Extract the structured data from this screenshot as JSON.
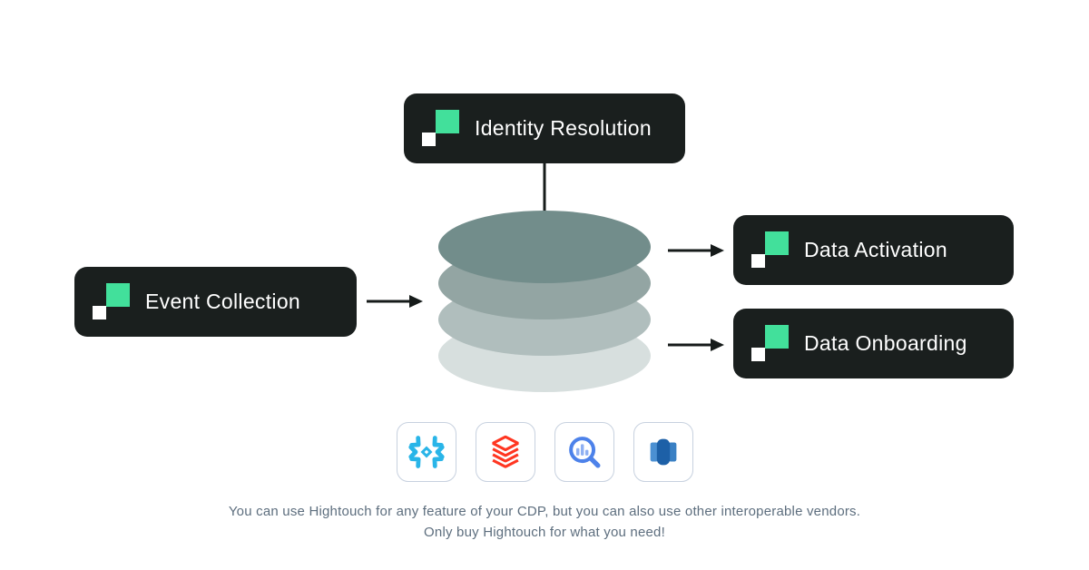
{
  "diagram": {
    "nodes": {
      "identity": {
        "label": "Identity Resolution"
      },
      "event": {
        "label": "Event Collection"
      },
      "activation": {
        "label": "Data Activation"
      },
      "onboarding": {
        "label": "Data Onboarding"
      }
    },
    "warehouse": {
      "layers": 4
    },
    "vendors": [
      {
        "icon": "snowflake-icon"
      },
      {
        "icon": "databricks-icon"
      },
      {
        "icon": "bigquery-icon"
      },
      {
        "icon": "redshift-icon"
      }
    ],
    "caption": {
      "line1": "You can use Hightouch for any feature of your CDP, but you can also use other interoperable vendors.",
      "line2": "Only buy Hightouch for what you need!"
    }
  },
  "colors": {
    "canvas-bg": "#ffffff",
    "pill-bg": "#1a1f1e",
    "pill-text": "#ffffff",
    "brand-green": "#42e09b",
    "logo-white": "#ffffff",
    "arrow": "#161b1a",
    "cyl-1": "#728d8b",
    "cyl-2": "#93a5a3",
    "cyl-3": "#b0bebd",
    "cyl-4": "#d7dfde",
    "card-bg": "#ffffff",
    "card-border": "#c7d1df",
    "caption": "#5d6e7e",
    "snowflake": "#29b5e8",
    "databricks": "#ff3621",
    "bq-ring": "#4d82ea",
    "bq-bar": "#8fb0f2",
    "redshift-center": "#1d60a7",
    "redshift-left": "#4b90d2",
    "redshift-right": "#3a80c4"
  }
}
